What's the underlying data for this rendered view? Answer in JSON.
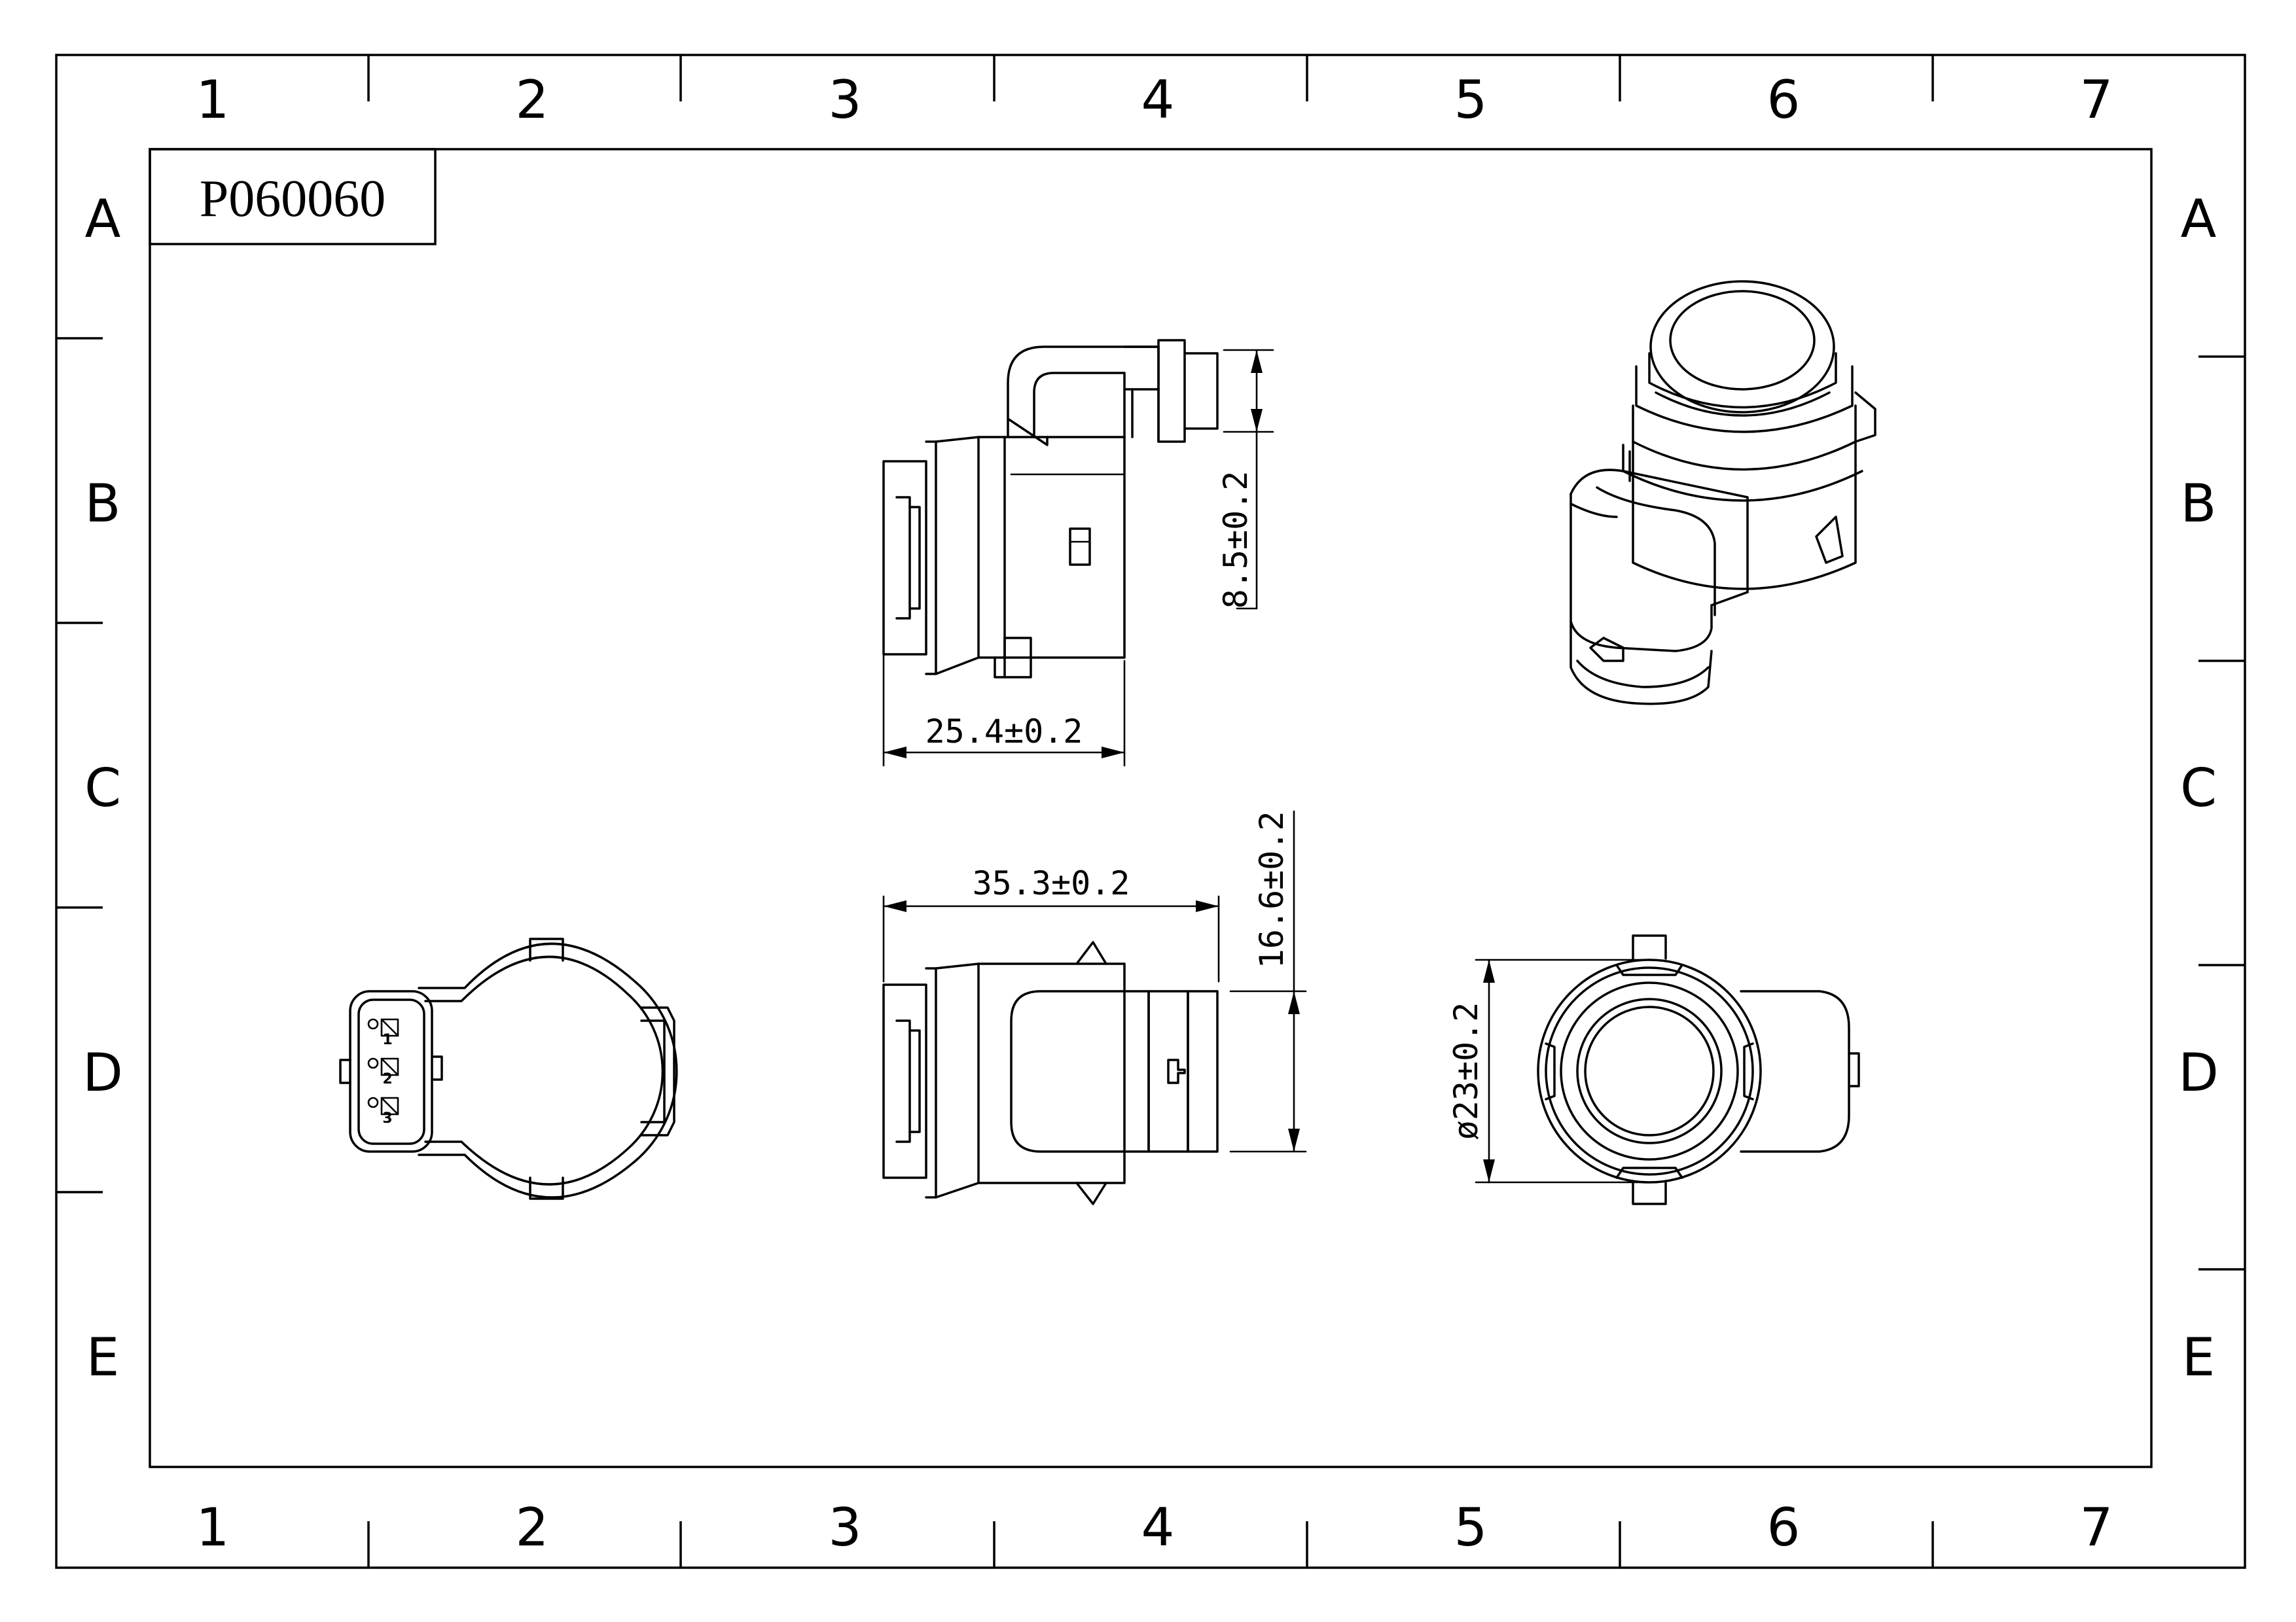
{
  "part_number": "P060060",
  "zones": {
    "columns": [
      "1",
      "2",
      "3",
      "4",
      "5",
      "6",
      "7"
    ],
    "rows": [
      "A",
      "B",
      "C",
      "D",
      "E"
    ]
  },
  "dimensions": {
    "side_width": "25.4±0.2",
    "side_height": "8.5±0.2",
    "front_width": "35.3±0.2",
    "front_height": "16.6±0.2",
    "diameter": "ø23±0.2"
  },
  "pin_labels": [
    "1",
    "2",
    "3"
  ]
}
